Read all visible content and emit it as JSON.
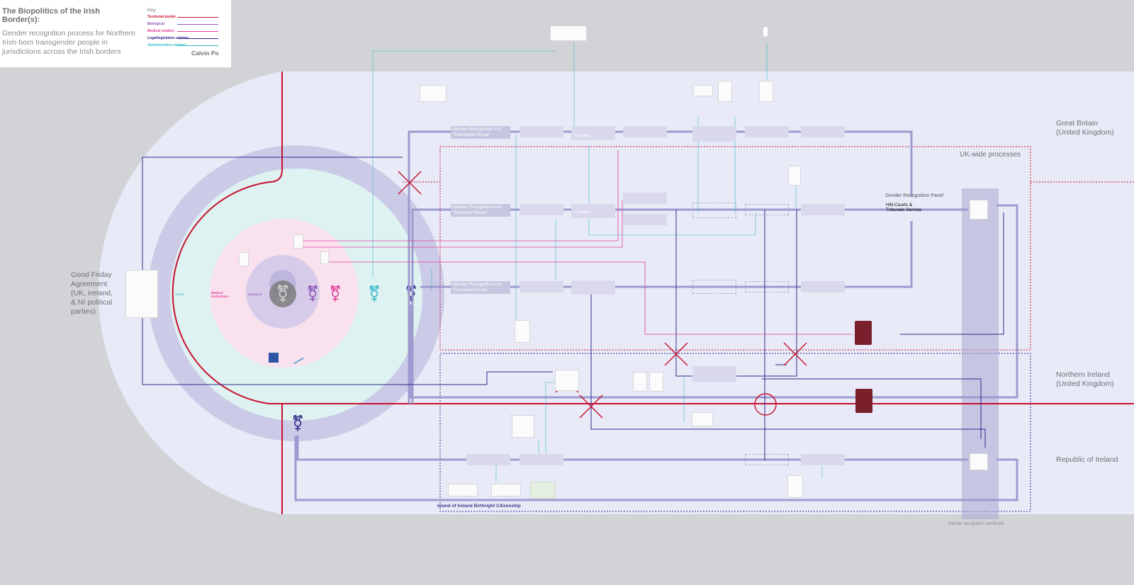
{
  "title": "The Biopolitics of the Irish Border(s):",
  "subtitle": "Gender recognition process for Northern Irish-born transgender people in jurisdictions across the Irish borders",
  "author": "Calvin Po",
  "key": {
    "label": "Key:",
    "items": [
      {
        "label": "Territorial border",
        "color": "#c8102e"
      },
      {
        "label": "Biological",
        "color": "#8c55b5"
      },
      {
        "label": "Medical relation",
        "color": "#e0409a"
      },
      {
        "label": "Legal/legislative relation",
        "color": "#2e2a8a"
      },
      {
        "label": "Administrative relation",
        "color": "#36b9cc"
      }
    ]
  },
  "regions": {
    "great_britain": [
      "Great Britain",
      "(United Kingdom)"
    ],
    "northern_ireland": [
      "Northern Ireland",
      "(United Kingdom)"
    ],
    "republic_of_ireland": "Republic of Ireland",
    "uk_wide": "UK-wide processes",
    "island_birthright": "Island of Ireland Birthright Citizenship",
    "good_friday": [
      "Good Friday",
      "Agreement",
      "(UK, Ireland,",
      "& NI political",
      "parties)"
    ]
  },
  "routes": [
    [
      "Gender Recognition Act:",
      "\"Alternative Route\""
    ],
    [
      "Gender Recognition Act:",
      "\"Standard Route\""
    ],
    [
      "Gender Recognition Act:",
      "\"Overseas Route\""
    ]
  ],
  "years": [
    "6 years",
    "2 years"
  ],
  "panel": {
    "label": "Gender Recognition Panel",
    "org": [
      "HM Courts &",
      "Tribunals Service"
    ]
  },
  "certificate": "Gender recognition certificate",
  "circle_labels": [
    "Social",
    "Medical Institutions",
    "Biological"
  ],
  "colors": {
    "border": "#c8102e",
    "route_flow": "#9d9bcf",
    "legal": "#2e2a8a",
    "admin": "#36b9cc",
    "medical": "#e0409a"
  }
}
